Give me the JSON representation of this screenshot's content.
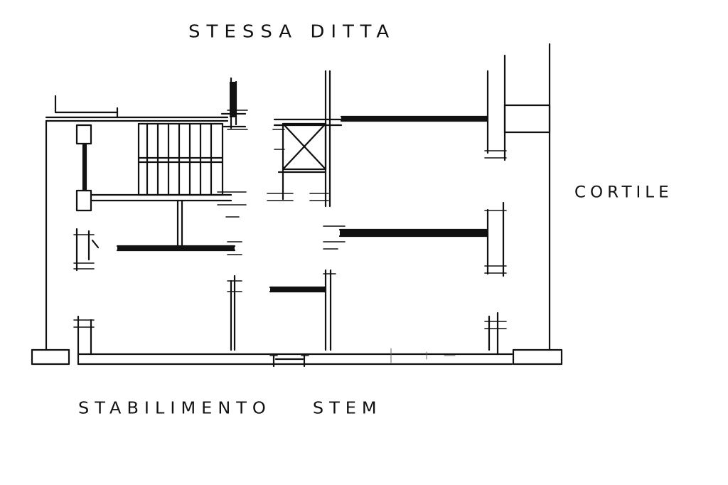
{
  "labels": {
    "top": "STESSA DITTA",
    "right": "CORTILE",
    "bottom_left": "STABILIMENTO",
    "bottom_right": "STEM"
  },
  "colors": {
    "ink": "#111111",
    "background": "#ffffff"
  }
}
